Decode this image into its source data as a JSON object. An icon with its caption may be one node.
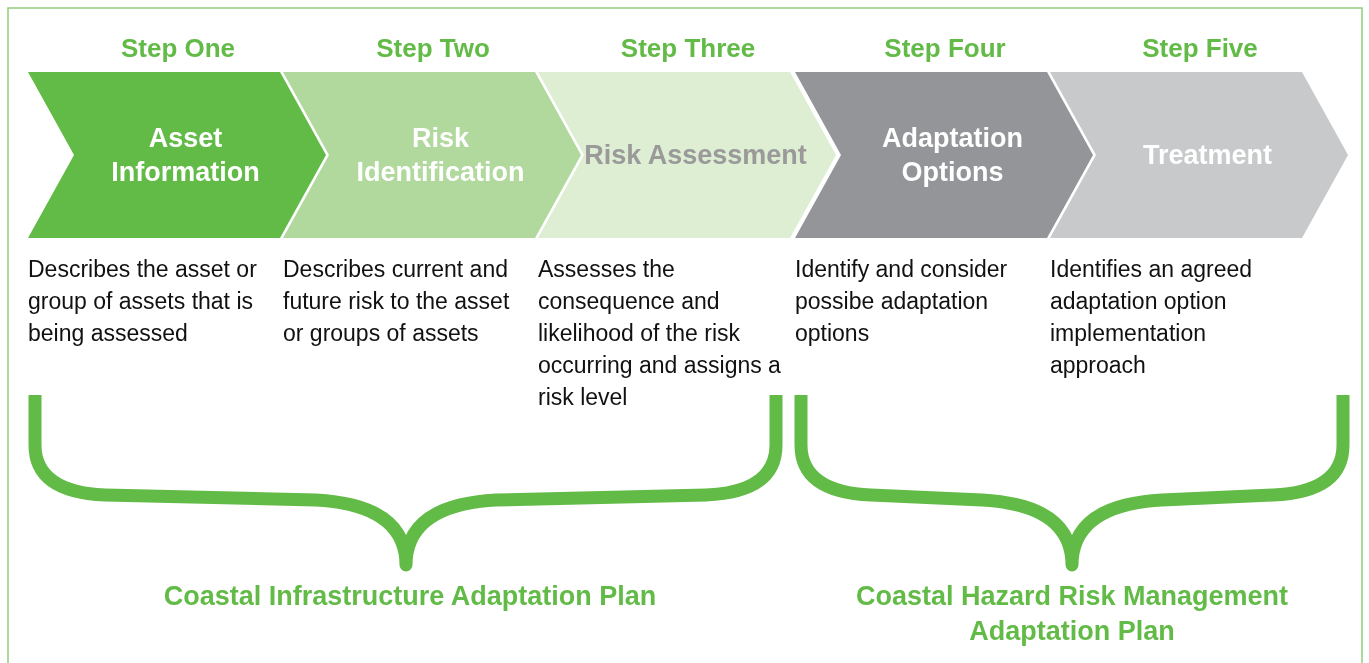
{
  "diagram": {
    "nodes": [
      {
        "text": [
          "Step One",
          "Asset Information"
        ],
        "beside": [
          "Describes the asset or group of assets that is being assessed"
        ]
      },
      {
        "text": [
          "Step Two",
          "Risk Identification"
        ],
        "beside": [
          "Describes current and future risk to the asset or groups of assets"
        ]
      },
      {
        "text": [
          "Step Three",
          "Risk Assessment"
        ],
        "beside": [
          "Assesses the consequence and likelihood of the risk occurring and assigns a risk level"
        ]
      },
      {
        "text": [
          "Step Four",
          "Adaptation Options"
        ],
        "beside": [
          "Identify and consider possibe adaptation options"
        ]
      },
      {
        "text": [
          "Step Five",
          "Treatment"
        ],
        "beside": [
          "Identifies an agreed adaptation option implementation approach"
        ]
      }
    ],
    "labels": [
      "Coastal Infrastructure Adaptation Plan",
      "Coastal Hazard Risk Management Adaptation Plan"
    ]
  }
}
